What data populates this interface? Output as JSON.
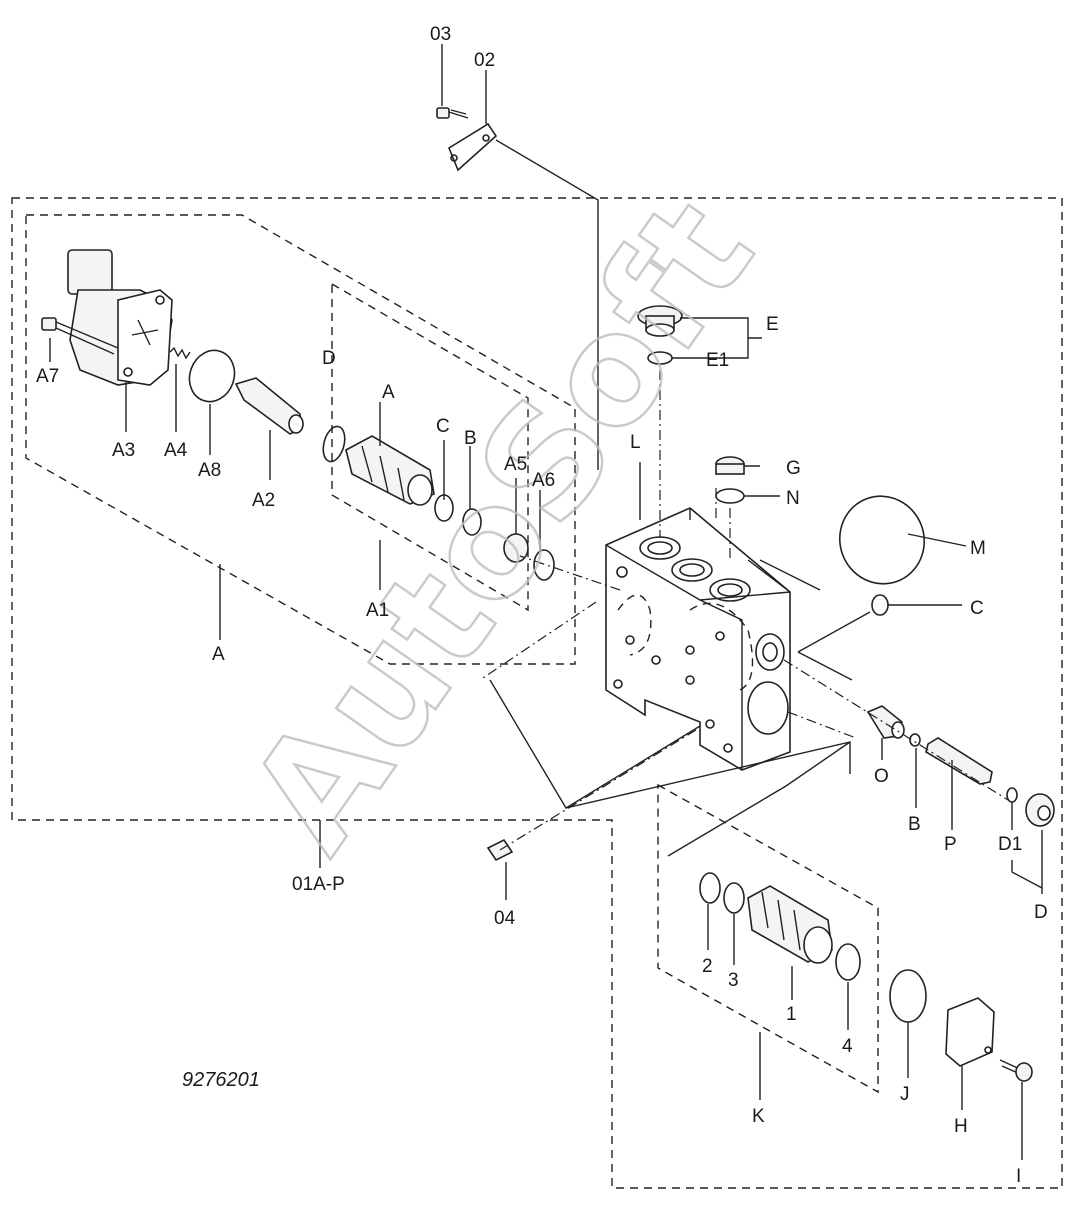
{
  "watermark": "AutoSoft",
  "drawing_number": "9276201",
  "labels": {
    "p03": "03",
    "p02": "02",
    "p01": "01A-P",
    "p04": "04",
    "E": "E",
    "E1": "E1",
    "G": "G",
    "N": "N",
    "M": "M",
    "C2": "C",
    "L": "L",
    "A7": "A7",
    "A3": "A3",
    "A4": "A4",
    "A8": "A8",
    "A2": "A2",
    "D": "D",
    "A": "A",
    "C": "C",
    "B": "B",
    "A5": "A5",
    "A6": "A6",
    "A1": "A1",
    "Agrp": "A",
    "O": "O",
    "B2": "B",
    "P": "P",
    "D1": "D1",
    "D2": "D",
    "n2": "2",
    "n3": "3",
    "n1": "1",
    "n4": "4",
    "K": "K",
    "J": "J",
    "H": "H",
    "I": "I"
  }
}
